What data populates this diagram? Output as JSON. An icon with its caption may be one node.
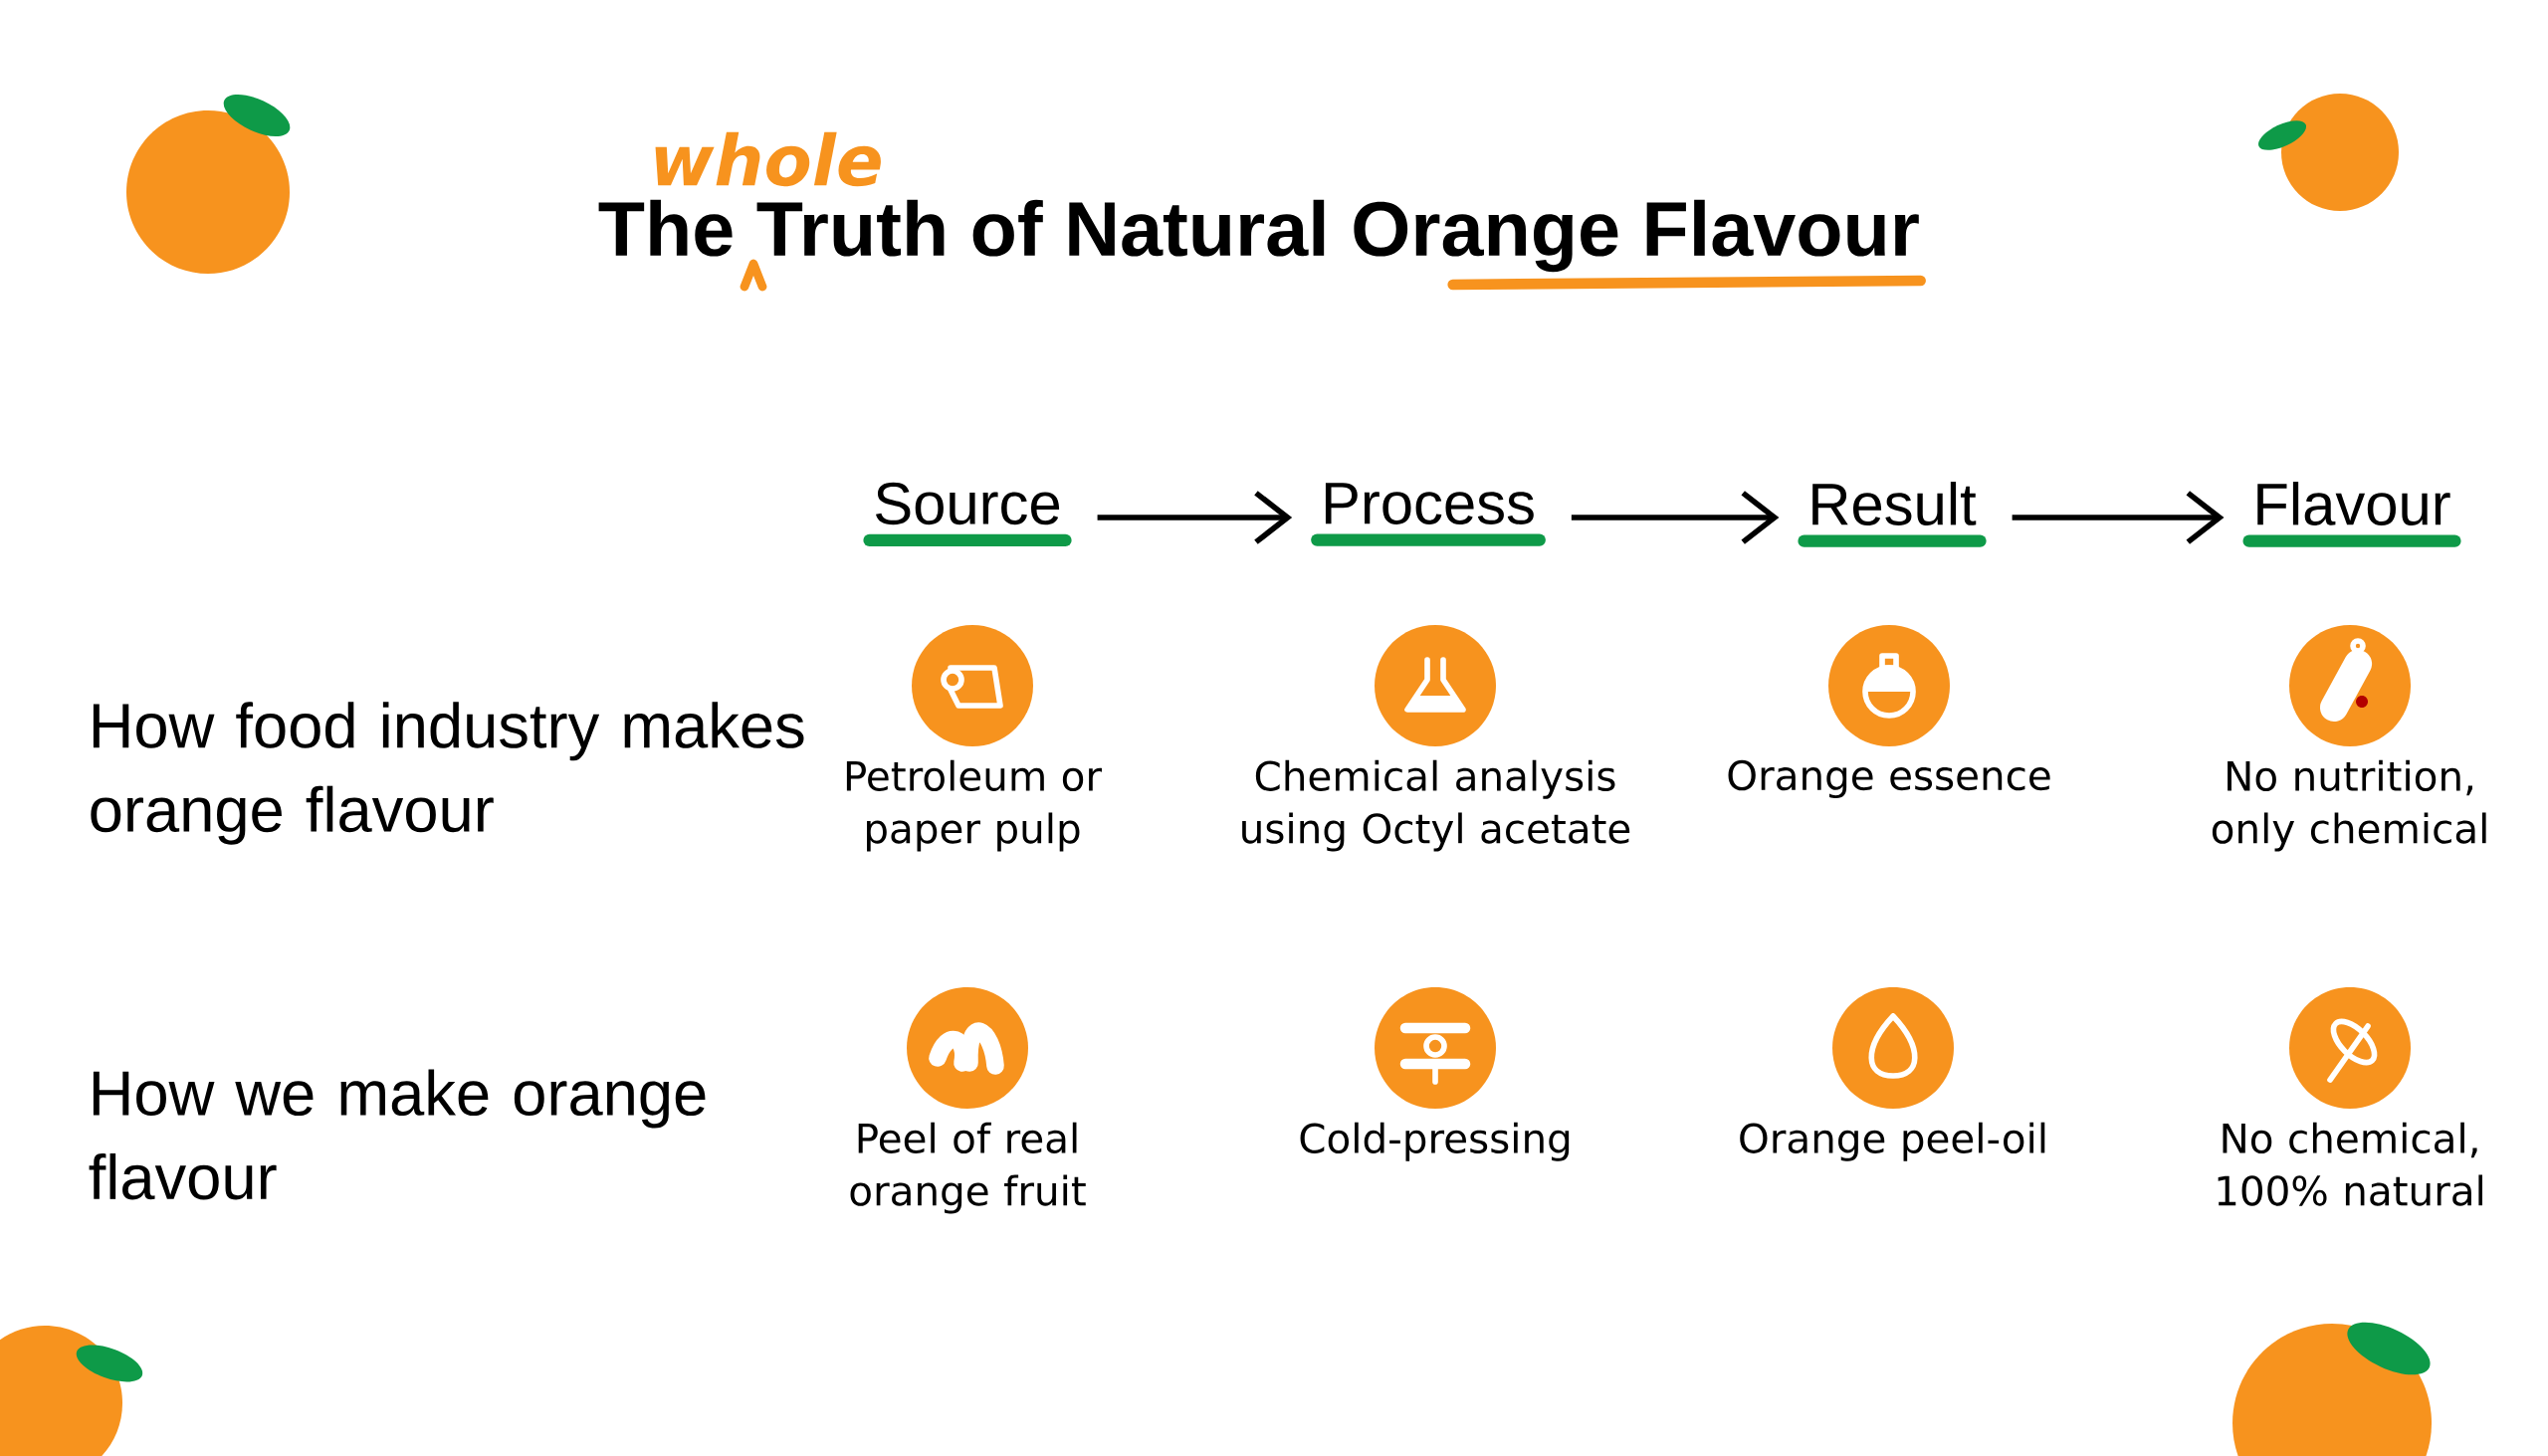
{
  "diagram": {
    "title": "The Truth of Natural Orange Flavour",
    "nodes": [
      {
        "text": [
          "Source"
        ]
      },
      {
        "text": [
          "Process"
        ]
      },
      {
        "text": [
          "Result"
        ]
      },
      {
        "text": [
          "Flavour"
        ]
      }
    ],
    "edges": [
      {
        "from": 0,
        "to": 1,
        "arrow": "to"
      },
      {
        "from": 1,
        "to": 2,
        "arrow": "to"
      },
      {
        "from": 2,
        "to": 3,
        "arrow": "to"
      }
    ],
    "labels": [
      "whole",
      "How food industry makes orange flavour",
      "Petroleum or paper pulp",
      "Chemical analysis using Octyl acetate",
      "Orange essence",
      "No nutrition, only chemical",
      "How we make orange flavour",
      "Peel of real orange fruit",
      "Cold-pressing",
      "Orange peel-oil",
      "No chemical, 100% natural"
    ]
  }
}
